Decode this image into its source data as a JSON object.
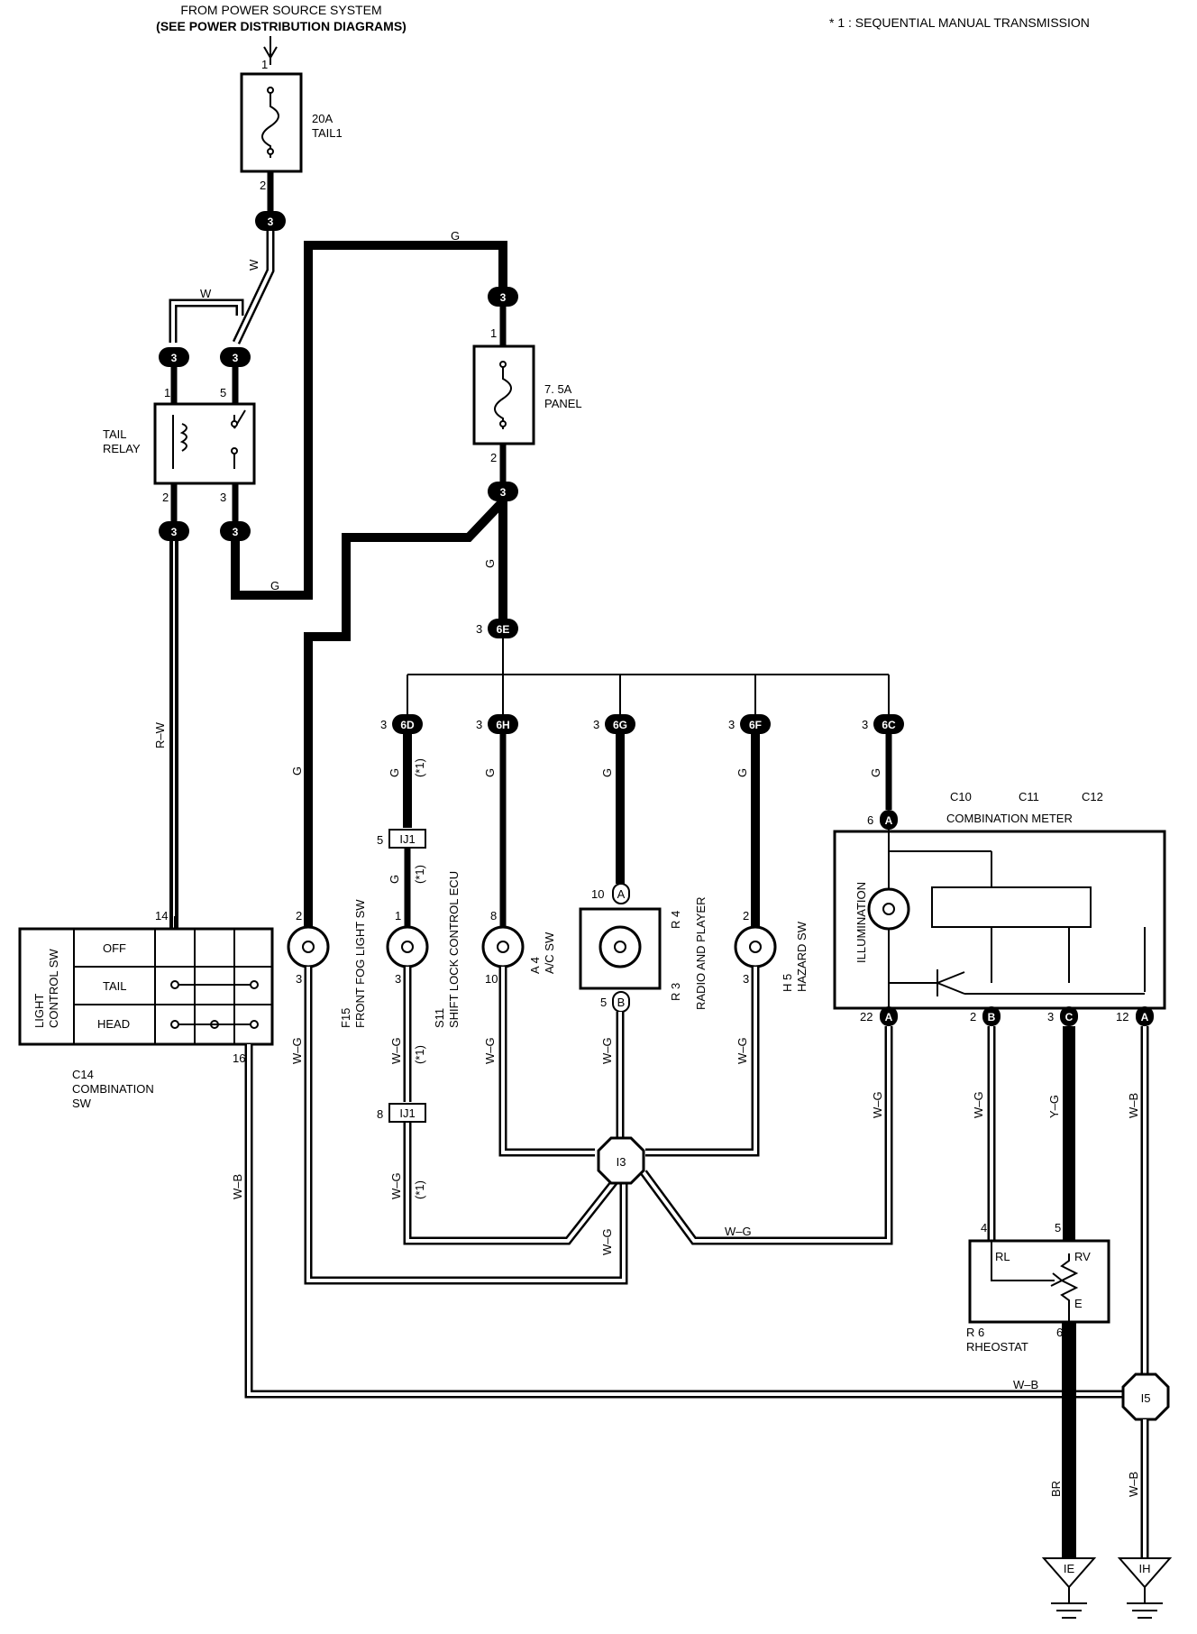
{
  "header": {
    "source_line1": "FROM POWER SOURCE SYSTEM",
    "source_line2": "(SEE POWER DISTRIBUTION DIAGRAMS)",
    "footnote": "* 1 : SEQUENTIAL MANUAL TRANSMISSION"
  },
  "fuse_tail": {
    "rating": "20A",
    "name": "TAIL1",
    "pin_in": "1",
    "pin_out": "2"
  },
  "fuse_panel": {
    "rating": "7. 5A",
    "name": "PANEL",
    "pin_in": "1",
    "pin_out": "2"
  },
  "tail_relay": {
    "label_line1": "TAIL",
    "label_line2": "RELAY",
    "pin1": "1",
    "pin5": "5",
    "pin2": "2",
    "pin3": "3"
  },
  "connector_3": "3",
  "connectors": {
    "c6E": "6E",
    "c6D": "6D",
    "c6H": "6H",
    "c6G": "6G",
    "c6F": "6F",
    "c6C": "6C",
    "ij1": "IJ1",
    "i3": "I3",
    "i5": "I5",
    "ie": "IE",
    "ih": "IH",
    "a": "A",
    "b": "B",
    "c": "C"
  },
  "wires": {
    "g": "G",
    "w": "W",
    "rw": "R–W",
    "wg": "W–G",
    "wb": "W–B",
    "yg": "Y–G",
    "br": "BR",
    "star1": "(*1)"
  },
  "pins": {
    "p3": "3",
    "p2": "2",
    "p1": "1",
    "p8": "8",
    "p10": "10",
    "p5": "5",
    "p6": "6",
    "p14": "14",
    "p16": "16",
    "p22": "22",
    "p12": "12",
    "p4": "4"
  },
  "combo_meter": {
    "title": "COMBINATION METER",
    "c10": "C10",
    "c11": "C11",
    "c12": "C12",
    "illumination": "ILLUMINATION"
  },
  "light_sw": {
    "vertical_label_1": "LIGHT",
    "vertical_label_2": "CONTROL SW",
    "off": "OFF",
    "tail": "TAIL",
    "head": "HEAD",
    "code": "C14",
    "name1": "COMBINATION",
    "name2": "SW"
  },
  "loads": {
    "f15_code": "F15",
    "f15_name": "FRONT FOG LIGHT SW",
    "s11_code": "S11",
    "s11_name": "SHIFT LOCK CONTROL ECU",
    "a4_code": "A 4",
    "a4_name": "A/C SW",
    "r3_code": "R 3",
    "r4_code": "R 4",
    "radio_name": "RADIO AND PLAYER",
    "h5_code": "H 5",
    "h5_name": "HAZARD SW"
  },
  "rheostat": {
    "code": "R 6",
    "name": "RHEOSTAT",
    "rl": "RL",
    "rv": "RV",
    "e": "E"
  }
}
